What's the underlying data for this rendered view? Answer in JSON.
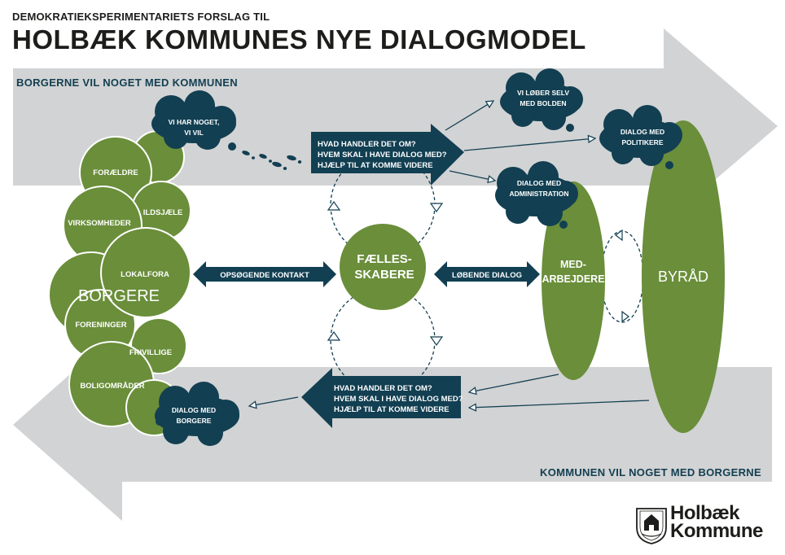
{
  "header": {
    "supertitle": "DEMOKRATIEKSPERIMENTARIETS FORSLAG TIL",
    "title": "HOLBÆK KOMMUNES NYE DIALOGMODEL"
  },
  "bands": {
    "top": "BORGERNE VIL NOGET MED KOMMUNEN",
    "bottom": "KOMMUNEN VIL NOGET MED BORGERNE"
  },
  "clouds": {
    "vi_har_noget": [
      "VI HAR NOGET,",
      "VI VIL"
    ],
    "vi_loeber": [
      "VI LØBER SELV",
      "MED BOLDEN"
    ],
    "dialog_politikere": [
      "DIALOG MED",
      "POLITIKERE"
    ],
    "dialog_administration": [
      "DIALOG MED",
      "ADMINISTRATION"
    ],
    "dialog_borgere": [
      "DIALOG MED",
      "BORGERE"
    ]
  },
  "questions_top": [
    "HVAD HANDLER DET OM?",
    "HVEM SKAL I HAVE DIALOG MED?",
    "HJÆLP TIL AT KOMME VIDERE"
  ],
  "questions_bottom": [
    "HVAD HANDLER DET OM?",
    "HVEM SKAL I HAVE DIALOG MED?",
    "HJÆLP TIL AT KOMME VIDERE"
  ],
  "citizens": {
    "main": "BORGERE",
    "groups": [
      "FORÆLDRE",
      "ILDSJÆLE",
      "VIRKSOMHEDER",
      "LOKALFORA",
      "FORENINGER",
      "FRIVILLIGE",
      "BOLIGOMRÅDER"
    ]
  },
  "center": [
    "FÆLLES-",
    "SKABERE"
  ],
  "employees": [
    "MED-",
    "ARBEJDERE"
  ],
  "council": "BYRÅD",
  "arrows": {
    "left": "OPSØGENDE KONTAKT",
    "right": "LØBENDE DIALOG"
  },
  "logo": {
    "line1": "Holbæk",
    "line2": "Kommune"
  },
  "colors": {
    "green": "#6a8e3a",
    "navy": "#123f52",
    "band_gray": "#d2d3d4",
    "text_dark": "#1d1d1b"
  }
}
